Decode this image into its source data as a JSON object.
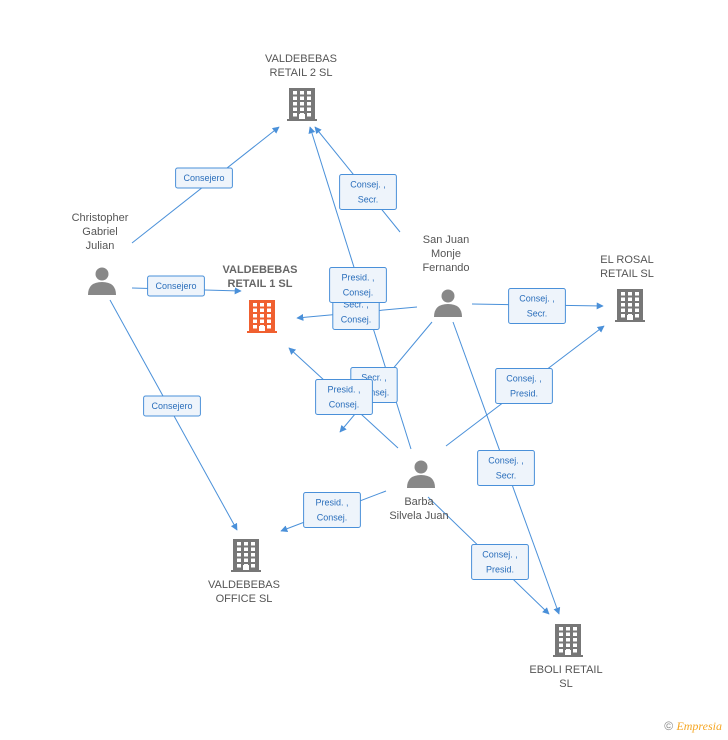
{
  "colors": {
    "edge": "#4a90d9",
    "company": "#777777",
    "company_main": "#f06030",
    "person": "#888888"
  },
  "nodes": [
    {
      "id": "valdebebas2",
      "kind": "company",
      "label": [
        "VALDEBEBAS",
        "RETAIL 2  SL"
      ]
    },
    {
      "id": "valdebebas1",
      "kind": "company_main",
      "label": [
        "VALDEBEBAS",
        "RETAIL 1  SL"
      ]
    },
    {
      "id": "christopher",
      "kind": "person",
      "label": [
        "Christopher",
        "Gabriel",
        "Julian"
      ]
    },
    {
      "id": "sanjuan",
      "kind": "person",
      "label": [
        "San Juan",
        "Monje",
        "Fernando"
      ]
    },
    {
      "id": "elrosal",
      "kind": "company",
      "label": [
        "EL ROSAL",
        "RETAIL  SL"
      ]
    },
    {
      "id": "barba",
      "kind": "person",
      "label": [
        "Barba",
        "Silvela Juan"
      ]
    },
    {
      "id": "office",
      "kind": "company",
      "label": [
        "VALDEBEBAS",
        "OFFICE  SL"
      ]
    },
    {
      "id": "eboli",
      "kind": "company",
      "label": [
        "EBOLI RETAIL",
        "SL"
      ]
    }
  ],
  "edges": [
    {
      "from": "christopher",
      "to": "valdebebas2",
      "label": [
        "Consejero"
      ]
    },
    {
      "from": "christopher",
      "to": "valdebebas1",
      "label": [
        "Consejero"
      ]
    },
    {
      "from": "christopher",
      "to": "office",
      "label": [
        "Consejero"
      ]
    },
    {
      "from": "sanjuan",
      "to": "valdebebas2",
      "label": [
        "Consej. ,",
        "Secr."
      ]
    },
    {
      "from": "sanjuan",
      "to": "valdebebas1",
      "label": [
        "Secr. ,",
        "Consej."
      ]
    },
    {
      "from": "sanjuan",
      "to": "elrosal",
      "label": [
        "Consej. ,",
        "Secr."
      ]
    },
    {
      "from": "sanjuan",
      "to": "office",
      "label": [
        "Secr. ,",
        "Consej."
      ]
    },
    {
      "from": "sanjuan",
      "to": "eboli",
      "label": [
        "Consej. ,",
        "Secr."
      ]
    },
    {
      "from": "barba",
      "to": "valdebebas2",
      "label": [
        "Presid. ,",
        "Consej."
      ]
    },
    {
      "from": "barba",
      "to": "valdebebas1",
      "label": [
        "Presid. ,",
        "Consej."
      ]
    },
    {
      "from": "barba",
      "to": "elrosal",
      "label": [
        "Consej. ,",
        "Presid."
      ]
    },
    {
      "from": "barba",
      "to": "office",
      "label": [
        "Presid. ,",
        "Consej."
      ]
    },
    {
      "from": "barba",
      "to": "eboli",
      "label": [
        "Consej. ,",
        "Presid."
      ]
    }
  ],
  "footer": {
    "copyright": "©",
    "brand": "Empresia"
  }
}
